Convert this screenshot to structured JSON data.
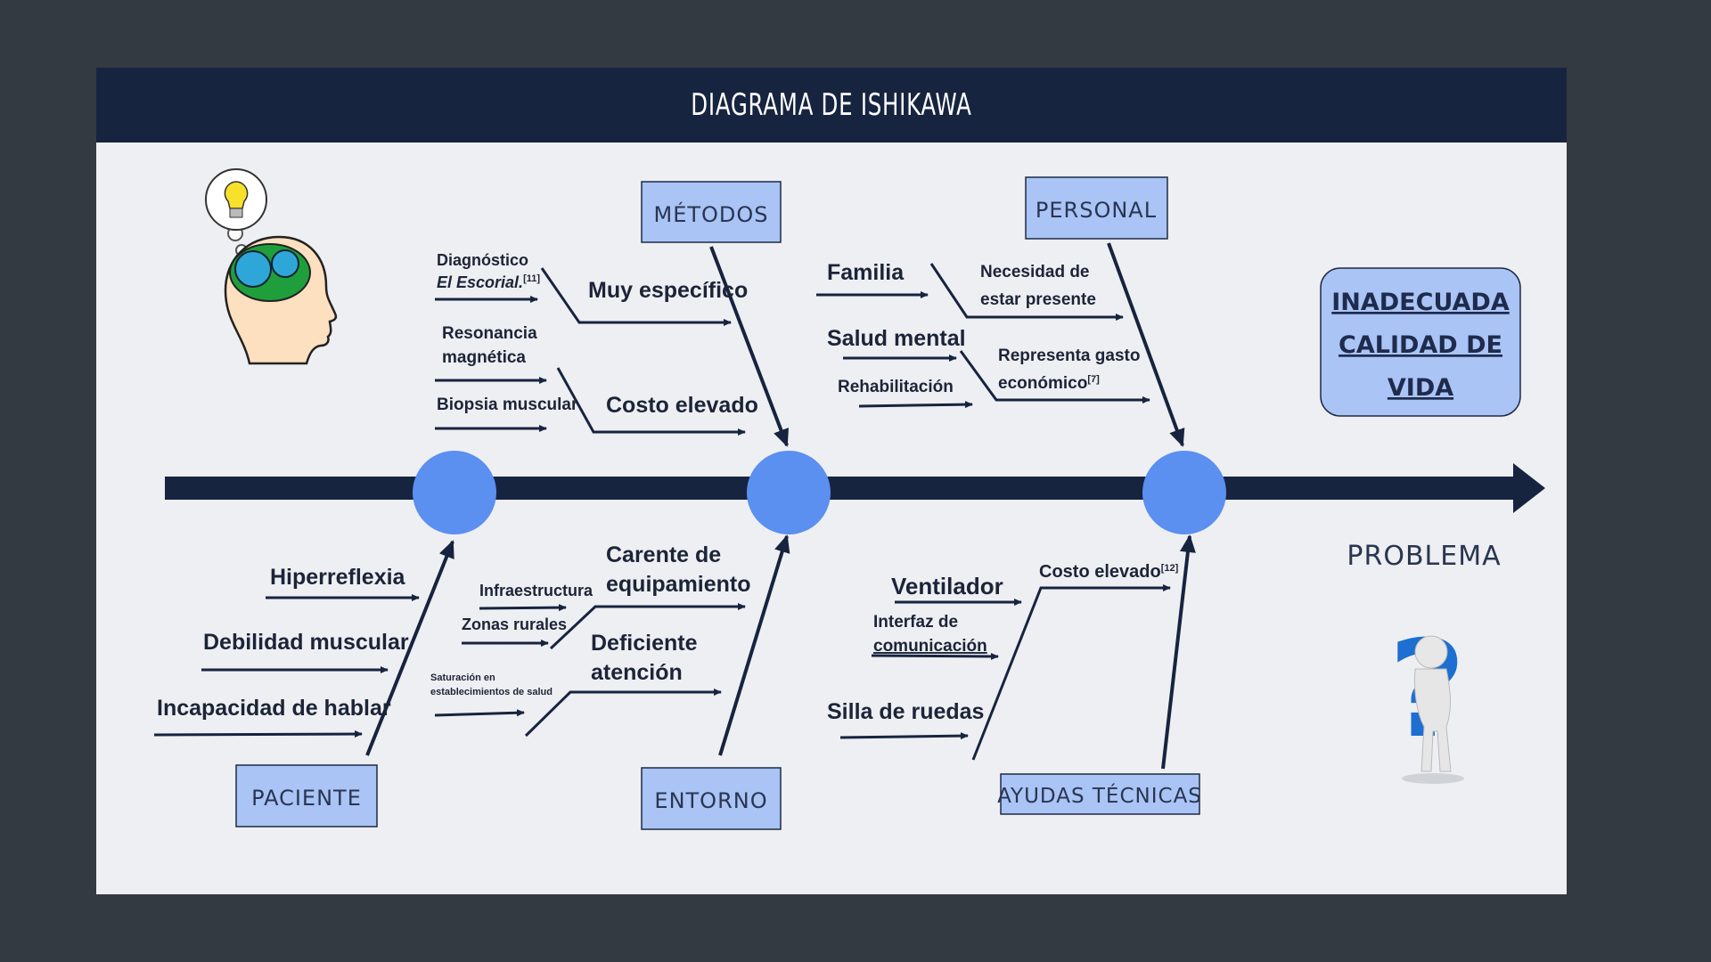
{
  "title": "DIAGRAMA DE ISHIKAWA",
  "problem": {
    "label": "PROBLEMA",
    "text_lines": [
      "INADECUADA",
      "CALIDAD DE",
      "VIDA"
    ]
  },
  "categories": {
    "metodos": "MÉTODOS",
    "personal": "PERSONAL",
    "paciente": "PACIENTE",
    "entorno": "ENTORNO",
    "ayudas": "AYUDAS TÉCNICAS"
  },
  "causes": {
    "metodos": {
      "diagnostico_1": "Diagnóstico",
      "diagnostico_2": "El Escorial.",
      "diagnostico_ref": "[11]",
      "muy_especifico": "Muy específico",
      "resonancia_1": "Resonancia",
      "resonancia_2": "magnética",
      "biopsia": "Biopsia muscular",
      "costo_elevado": "Costo elevado"
    },
    "personal": {
      "familia": "Familia",
      "necesidad_1": "Necesidad de",
      "necesidad_2": "estar presente",
      "salud_mental": "Salud mental",
      "rehabilitacion": "Rehabilitación",
      "gasto_1": "Representa gasto",
      "gasto_2": "económico",
      "gasto_ref": "[7]"
    },
    "paciente": {
      "hiperreflexia": "Hiperreflexia",
      "debilidad": "Debilidad muscular",
      "incapacidad": "Incapacidad de hablar"
    },
    "entorno": {
      "infraestructura": "Infraestructura",
      "zonas_rurales": "Zonas rurales",
      "carente_1": "Carente de",
      "carente_2": "equipamiento",
      "saturacion_1": "Saturación en",
      "saturacion_2": "establecimientos de salud",
      "deficiente_1": "Deficiente",
      "deficiente_2": "atención"
    },
    "ayudas": {
      "ventilador": "Ventilador",
      "interfaz_1": "Interfaz de",
      "interfaz_2": "comunicación",
      "silla": "Silla de ruedas",
      "costo_elevado": "Costo elevado",
      "costo_ref": "[12]"
    }
  },
  "colors": {
    "background": "#343a42",
    "slide": "#eeeff2",
    "navy": "#172440",
    "box_fill": "#a9c4f5",
    "node_fill": "#5b8ff0"
  },
  "icons": [
    "head-gears-lightbulb-icon",
    "question-mark-figure-icon"
  ]
}
